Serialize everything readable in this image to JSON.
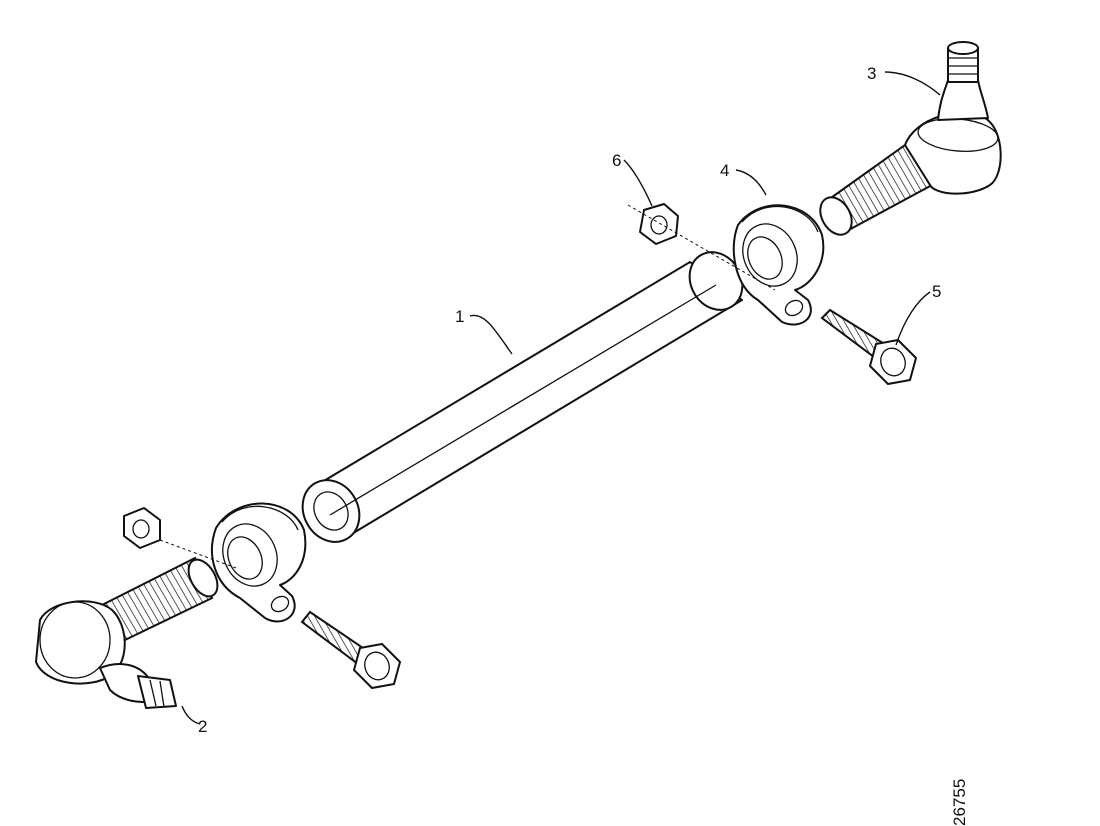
{
  "callouts": {
    "tube": "1",
    "lower_ball_joint": "2",
    "upper_ball_joint": "3",
    "clamp": "4",
    "bolt": "5",
    "nut": "6"
  },
  "drawing_number": "26755"
}
